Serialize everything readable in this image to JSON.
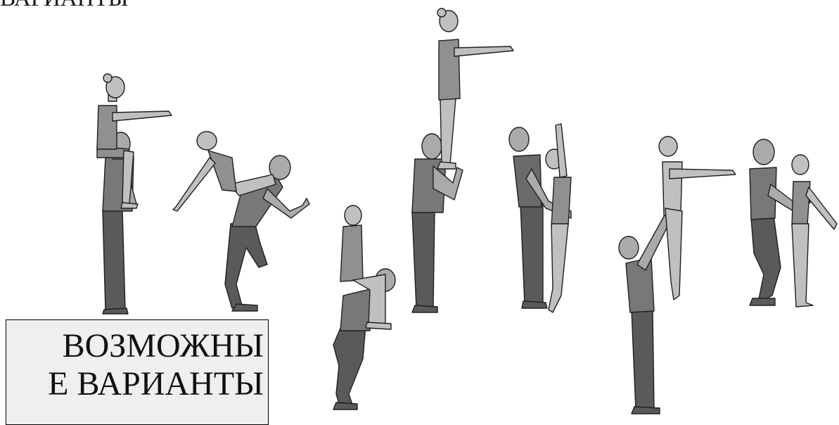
{
  "top_text": "ВАРИАНТЫ",
  "caption": {
    "line1": "ВОЗМОЖНЫ",
    "line2": "Е ВАРИАНТЫ"
  },
  "colors": {
    "background": "#ffffff",
    "caption_fill": "#efefef",
    "male_legs": "#5a5a5a",
    "male_torso": "#787878",
    "skin": "#aaaaaa",
    "female_body": "#909090",
    "female_limbs": "#c0c0c0",
    "outline": "#1f1f1f"
  }
}
